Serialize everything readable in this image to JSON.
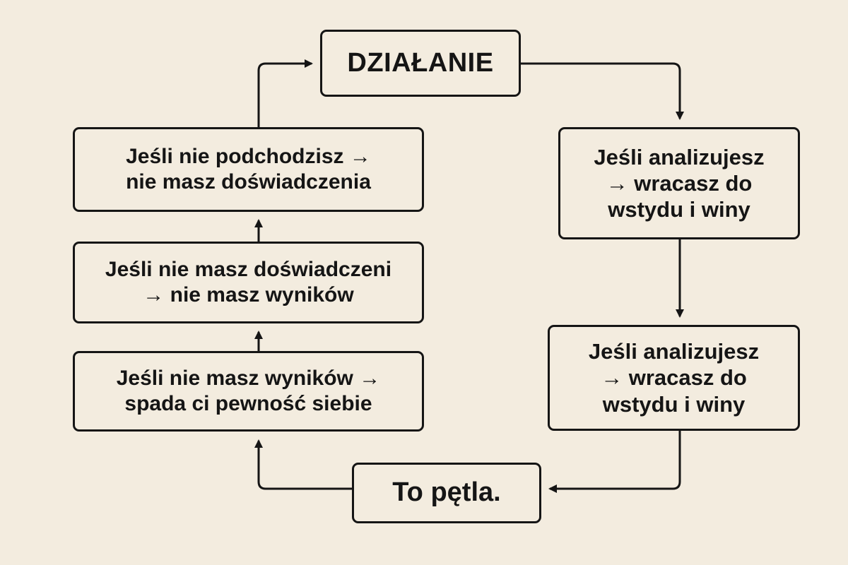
{
  "nodes": {
    "action": {
      "text": "DZIAŁANIE"
    },
    "no_approach": {
      "line1": "Jeśli nie podchodzisz →",
      "line2": "nie masz doświadczenia"
    },
    "no_experience": {
      "line1": "Jeśli nie masz doświadczeni",
      "line2": "→ nie masz wyników"
    },
    "no_results": {
      "line1": "Jeśli nie masz wyników →",
      "line2": "spada ci pewność siebie"
    },
    "analyze_1": {
      "line1": "Jeśli analizujesz",
      "line2": "→ wracasz do",
      "line3": "wstydu i winy"
    },
    "analyze_2": {
      "line1": "Jeśli analizujesz",
      "line2": "→ wracasz do",
      "line3": "wstydu i winy"
    },
    "loop": {
      "text": "To pętla."
    }
  },
  "colors": {
    "background": "#f3ecdf",
    "stroke": "#151515"
  }
}
